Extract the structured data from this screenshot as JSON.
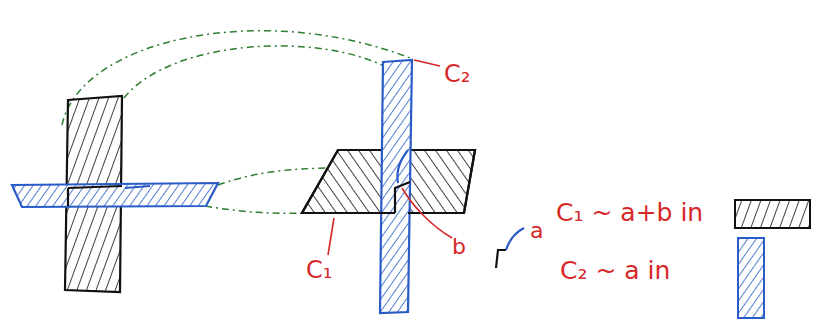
{
  "diagram": {
    "labels": [
      "C₂",
      "C₁",
      "b",
      "a",
      "C₁ ~ a+b in",
      "C₂ ~ a in"
    ]
  }
}
